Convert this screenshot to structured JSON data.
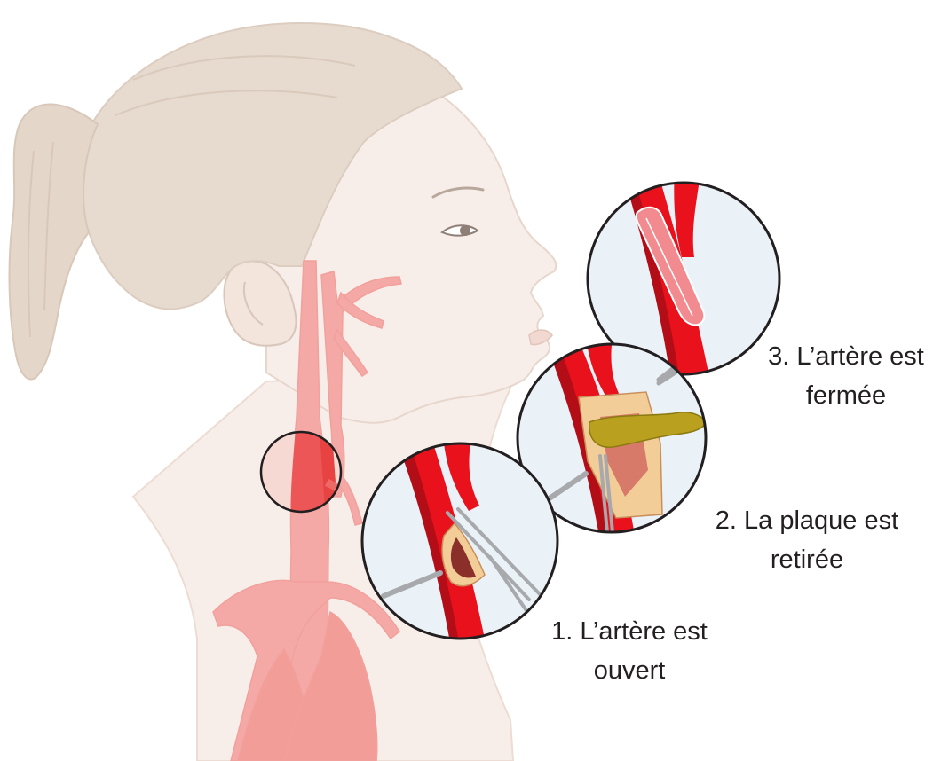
{
  "steps": [
    {
      "number": "3.",
      "line1": "3. L’artère est",
      "line2": "fermée"
    },
    {
      "number": "2.",
      "line1": "2. La plaque est",
      "line2": "retirée"
    },
    {
      "number": "1.",
      "line1": "1. L’artère est",
      "line2": "ouvert"
    }
  ],
  "colors": {
    "skin": "#f7ece6",
    "skin_outline": "#e7d6cc",
    "hair": "#e6d9cd",
    "artery_faded": "#f4a9a6",
    "artery_faded_dark": "#ee8a86",
    "artery": "#e8111c",
    "artery_dark": "#b30d17",
    "inset_bg": "#eaf2f8",
    "inset_border": "#231f20",
    "plaque": "#b9a11f",
    "tissue": "#f2cd98",
    "lumen": "#8a2f2a",
    "instrument": "#a7a9ac",
    "text": "#231f20"
  },
  "icons": [
    "head-profile-illustration",
    "magnifier-circle-icon",
    "scalpel-icon",
    "forceps-icon",
    "retractor-icon",
    "plaque-icon",
    "suture-icon"
  ]
}
